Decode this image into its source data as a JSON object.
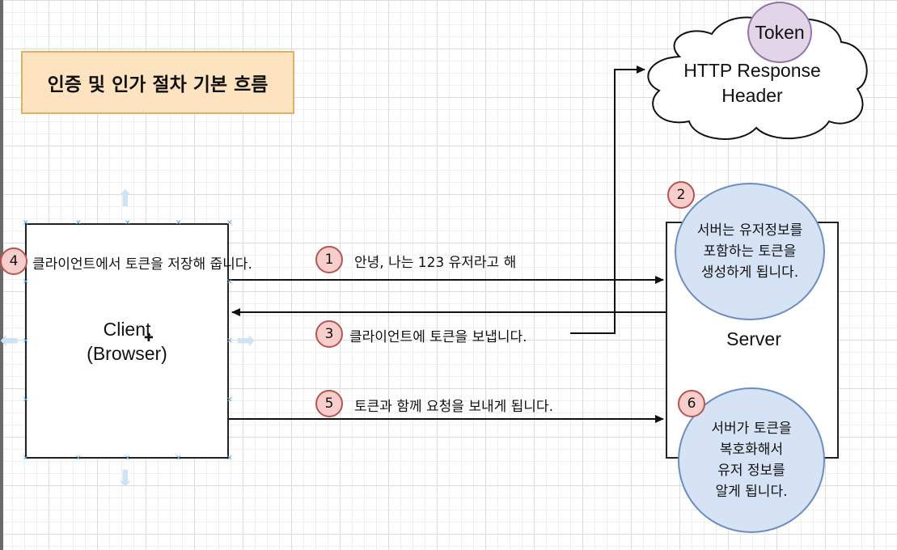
{
  "title": "인증 및 인가 절차 기본 흐름",
  "client": {
    "line1": "Client",
    "line2": "(Browser)"
  },
  "server": {
    "label": "Server"
  },
  "cloud": {
    "line1": "HTTP Response",
    "line2": "Header"
  },
  "token": {
    "label": "Token"
  },
  "steps": [
    {
      "num": "1",
      "text": "안녕, 나는 123 유저라고 해"
    },
    {
      "num": "2",
      "text": "서버는 유저정보를\n포함하는 토큰을\n생성하게 됩니다."
    },
    {
      "num": "3",
      "text": "클라이언트에 토큰을 보냅니다."
    },
    {
      "num": "4",
      "text": "클라이언트에서 토큰을 저장해 줍니다."
    },
    {
      "num": "5",
      "text": "토큰과 함께 요청을 보내게 됩니다."
    },
    {
      "num": "6",
      "text": "서버가 토큰을\n복호화해서\n유저 정보를\n알게 됩니다."
    }
  ],
  "colors": {
    "title_fill": "#fde3bf",
    "bubble_fill": "#d6e3f5",
    "badge_fill": "#f8cecc",
    "token_fill": "#e1d5e7"
  }
}
